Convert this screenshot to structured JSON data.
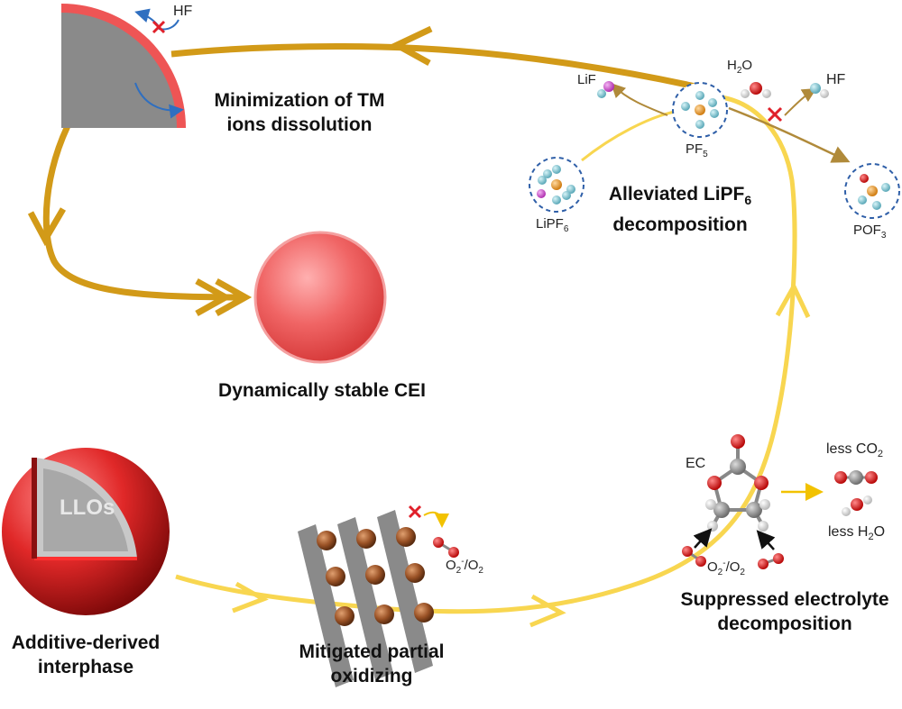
{
  "labels": {
    "tm_dissolution": [
      "Minimization of TM",
      "ions dissolution"
    ],
    "stable_cei": "Dynamically stable CEI",
    "additive_interphase": [
      "Additive-derived",
      "interphase"
    ],
    "mitigated_oxidizing": [
      "Mitigated partial",
      "oxidizing"
    ],
    "suppressed_electrolyte": [
      "Suppressed electrolyte",
      "decomposition"
    ],
    "alleviated_lipf6": {
      "line1_main": "Alleviated LiPF",
      "line1_sub": "6",
      "line2": "decomposition"
    },
    "llos": "LLOs"
  },
  "species": {
    "hf_top": "HF",
    "hf_right": "HF",
    "lif": "LiF",
    "h2o": {
      "main": "H",
      "sub": "2",
      "tail": "O"
    },
    "pf5": {
      "main": "PF",
      "sub": "5"
    },
    "lipf6": {
      "main": "LiPF",
      "sub": "6"
    },
    "pof3": {
      "main": "POF",
      "sub": "3"
    },
    "ec": "EC",
    "less_co2": {
      "main": "less CO",
      "sub": "2"
    },
    "less_h2o": {
      "main": "less H",
      "sub": "2",
      "tail": "O"
    },
    "o2_mid": {
      "a": "O",
      "asub": "2",
      "asup": "-",
      "b": "/O",
      "bsub": "2"
    },
    "o2_ec": {
      "a": "O",
      "asub": "2",
      "asup": "-",
      "b": "/O",
      "bsub": "2"
    }
  },
  "colors": {
    "dark_gold": "#d29a18",
    "light_yellow": "#f8d650",
    "cei_red": "#ee5555",
    "gray": "#8a8a8a",
    "oxygen": "#d81c1c",
    "fluorine": "#7ec8d6",
    "lithium": "#cc55cc",
    "phosphorus": "#e8a030",
    "copper": "#a05a2c",
    "dashed_blue": "#2f5fa8",
    "cross": "#e0202a"
  }
}
